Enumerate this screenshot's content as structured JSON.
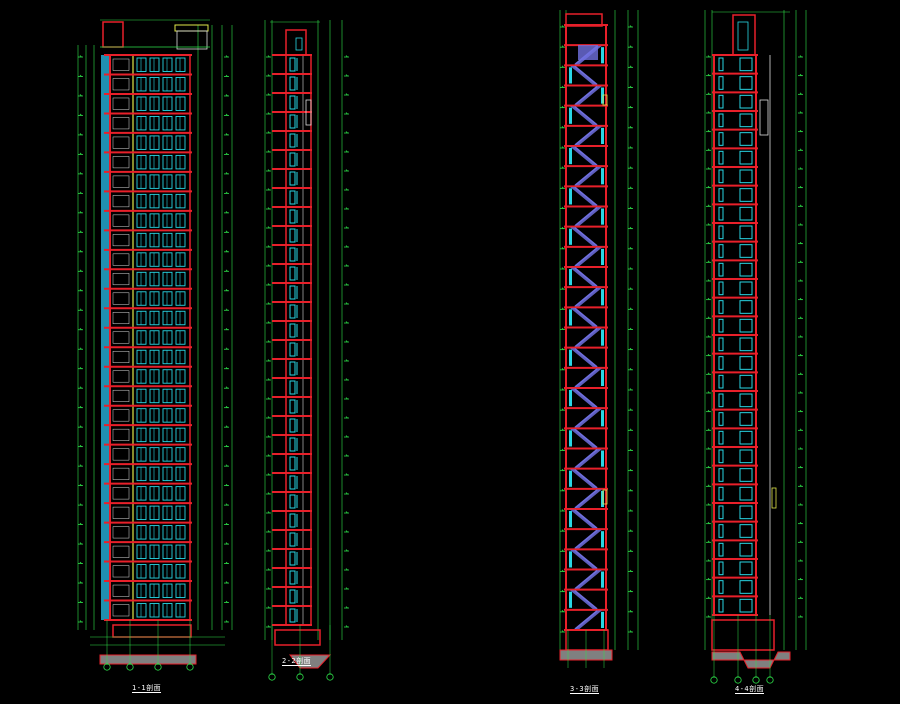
{
  "colors": {
    "background": "#000000",
    "structure": "#e8202a",
    "dimension": "#2ee24a",
    "window": "#29d6e4",
    "light_line": "#dcdcdc",
    "yellow": "#e0e84a",
    "stair": "#7070e0",
    "ground_fill": "#808080",
    "cyan_dark": "#2090b0"
  },
  "drawings": [
    {
      "id": "section-1",
      "caption": "1-1剖面",
      "floors": 29
    },
    {
      "id": "section-2",
      "caption": "2-2剖面",
      "floors": 30
    },
    {
      "id": "section-3",
      "caption": "3-3剖面",
      "floors": 30
    },
    {
      "id": "section-4",
      "caption": "4-4剖面",
      "floors": 30
    }
  ]
}
